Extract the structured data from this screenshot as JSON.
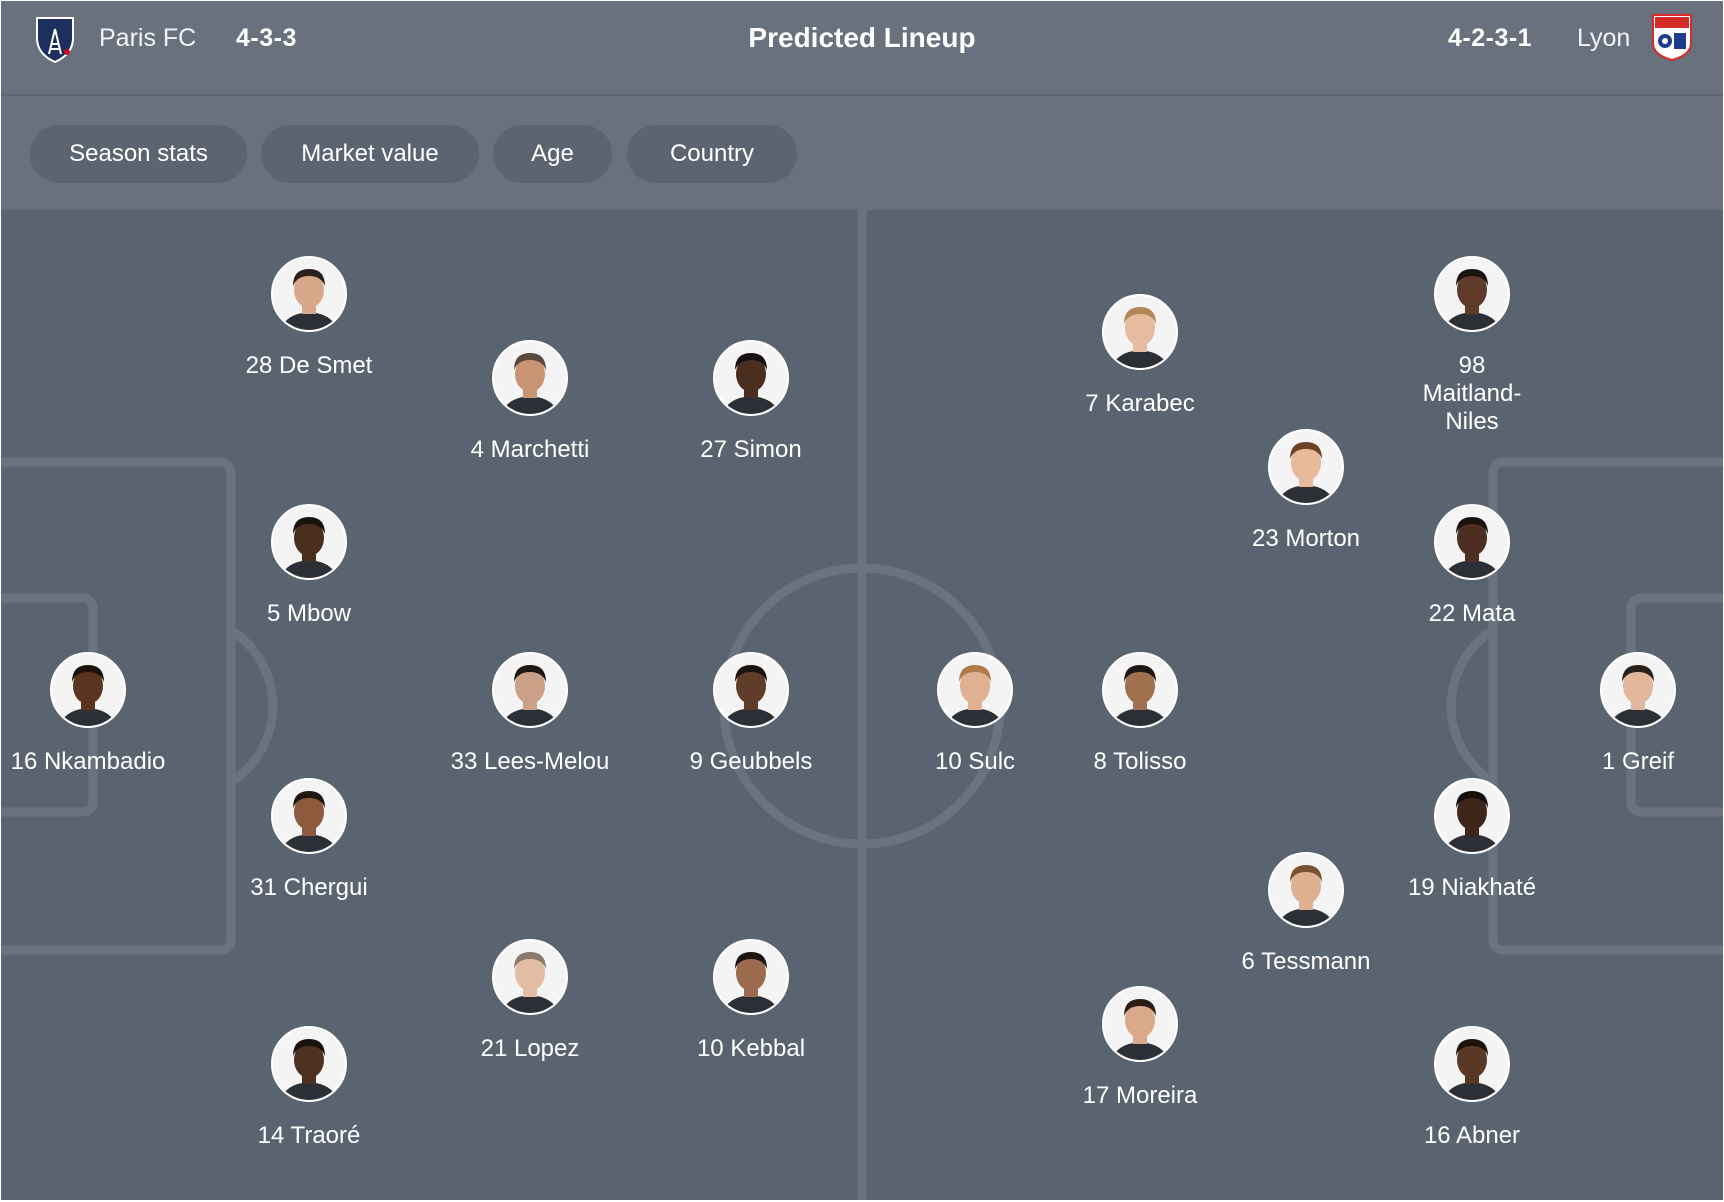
{
  "header": {
    "home_team": "Paris FC",
    "home_formation": "4-3-3",
    "title": "Predicted Lineup",
    "away_formation": "4-2-3-1",
    "away_team": "Lyon"
  },
  "filters": [
    {
      "label": "Season stats"
    },
    {
      "label": "Market value"
    },
    {
      "label": "Age"
    },
    {
      "label": "Country"
    }
  ],
  "home_players": [
    {
      "label": "16 Nkambadio",
      "skin": "#5a3420",
      "hair": "#1e120c"
    },
    {
      "label": "28 De Smet",
      "skin": "#d7a98a",
      "hair": "#2b211c"
    },
    {
      "label": "5 Mbow",
      "skin": "#4a2e20",
      "hair": "#1a120c"
    },
    {
      "label": "31 Chergui",
      "skin": "#8d5a3e",
      "hair": "#1f1712"
    },
    {
      "label": "14 Traoré",
      "skin": "#4d3022",
      "hair": "#1a120c"
    },
    {
      "label": "4 Marchetti",
      "skin": "#c99473",
      "hair": "#5a4a3e"
    },
    {
      "label": "33 Lees-Melou",
      "skin": "#caa086",
      "hair": "#1e1813"
    },
    {
      "label": "21 Lopez",
      "skin": "#e2bca3",
      "hair": "#8a7a6a"
    },
    {
      "label": "27 Simon",
      "skin": "#4a2e20",
      "hair": "#161010"
    },
    {
      "label": "9 Geubbels",
      "skin": "#5f3d2a",
      "hair": "#1a130e"
    },
    {
      "label": "10 Kebbal",
      "skin": "#9c6a4c",
      "hair": "#1b1410"
    }
  ],
  "away_players": [
    {
      "label": "10 Sulc",
      "skin": "#e0b092",
      "hair": "#b07a4a"
    },
    {
      "label": "7 Karabec",
      "skin": "#e6bba0",
      "hair": "#b38655"
    },
    {
      "label": "8 Tolisso",
      "skin": "#a0704f",
      "hair": "#1e1713"
    },
    {
      "label": "17 Moreira",
      "skin": "#d9a98a",
      "hair": "#2a1d15"
    },
    {
      "label": "23 Morton",
      "skin": "#e8b99a",
      "hair": "#6b4428"
    },
    {
      "label": "6 Tessmann",
      "skin": "#deaf91",
      "hair": "#7a5230"
    },
    {
      "label": "98 Maitland-Niles",
      "skin": "#5e3b28",
      "hair": "#1b130e"
    },
    {
      "label": "22 Mata",
      "skin": "#4c2f21",
      "hair": "#1a120c"
    },
    {
      "label": "19 Niakhaté",
      "skin": "#3e261a",
      "hair": "#150f0b"
    },
    {
      "label": "16 Abner",
      "skin": "#5a3826",
      "hair": "#1a120c"
    },
    {
      "label": "1 Greif",
      "skin": "#e2b79c",
      "hair": "#2a211b"
    }
  ]
}
